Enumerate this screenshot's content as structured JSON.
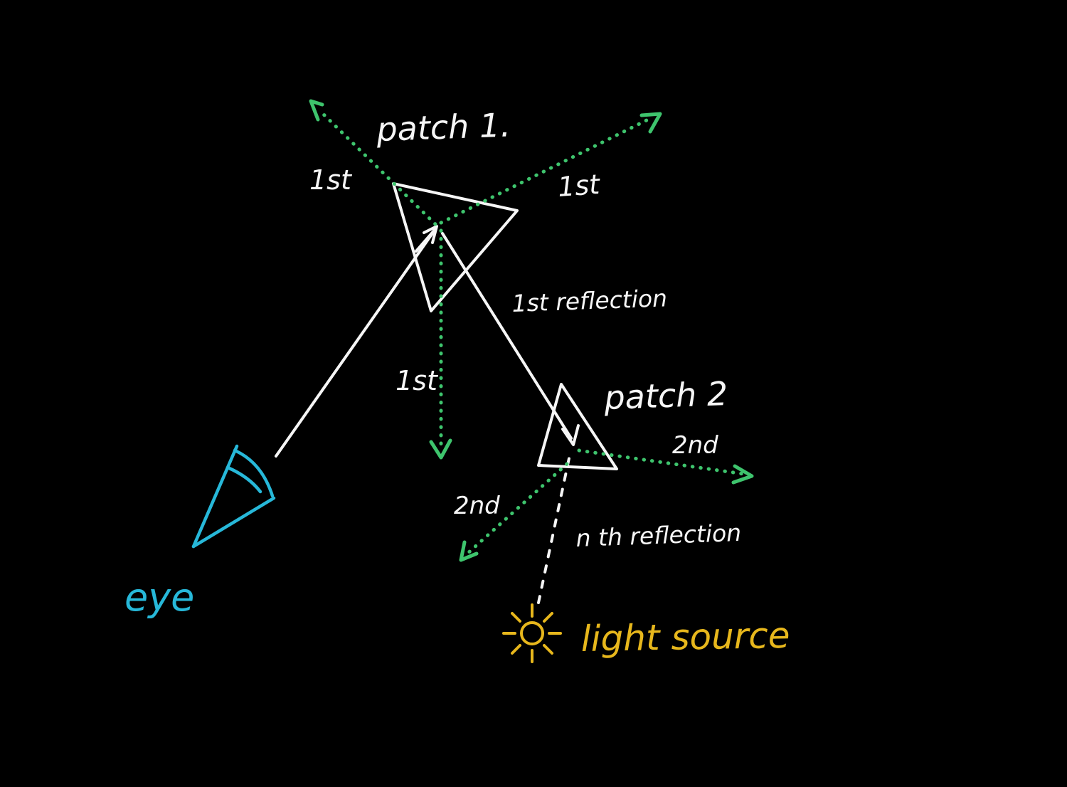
{
  "colors": {
    "background": "#000000",
    "white": "#f6f6f6",
    "green": "#3ec46d",
    "cyan": "#27b8d9",
    "yellow": "#e7b71c"
  },
  "labels": {
    "patch1": "patch 1.",
    "patch2": "patch 2",
    "first_upleft": "1st",
    "first_upright": "1st",
    "first_down": "1st",
    "first_reflection": "1st reflection",
    "second_right": "2nd",
    "second_downleft": "2nd",
    "nth_reflection": "n th reflection",
    "eye": "eye",
    "light_source": "light source"
  }
}
